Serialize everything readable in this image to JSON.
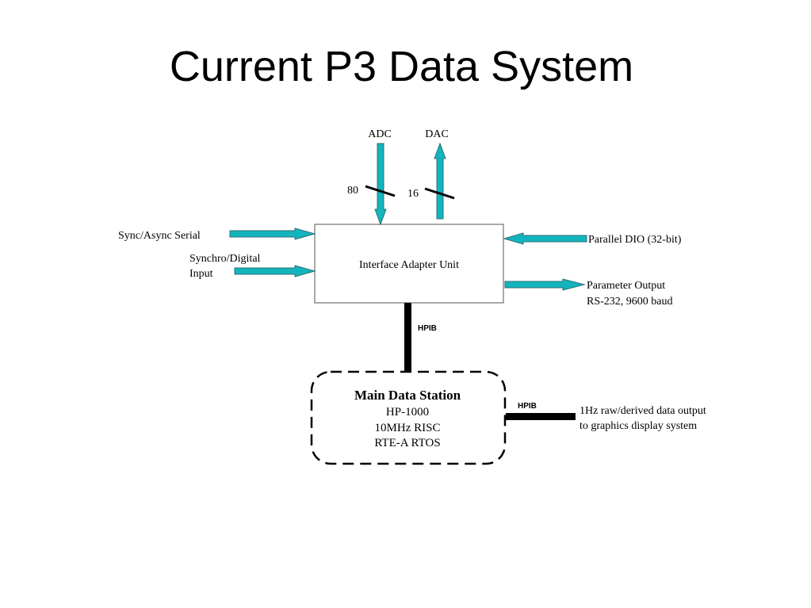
{
  "title": "Current P3 Data System",
  "colors": {
    "arrow_fill": "#12b5bd",
    "arrow_stroke": "#2f6f73",
    "bus": "#000000"
  },
  "diagram": {
    "iau": {
      "label": "Interface Adapter Unit"
    },
    "mds": {
      "title": "Main Data Station",
      "lines": [
        "HP-1000",
        "10MHz RISC",
        "RTE-A RTOS"
      ]
    },
    "adc": {
      "label": "ADC",
      "count": "80"
    },
    "dac": {
      "label": "DAC",
      "count": "16"
    },
    "inputs": {
      "sync_async": "Sync/Async Serial",
      "synchro_line1": "Synchro/Digital",
      "synchro_line2": "Input",
      "parallel_dio": "Parallel DIO (32-bit)"
    },
    "outputs": {
      "param_line1": "Parameter Output",
      "param_line2": "RS-232, 9600 baud",
      "graphics_line1": "1Hz raw/derived data output",
      "graphics_line2": "to graphics display system"
    },
    "buses": {
      "hpib_vertical": "HPIB",
      "hpib_horizontal": "HPIB"
    }
  }
}
